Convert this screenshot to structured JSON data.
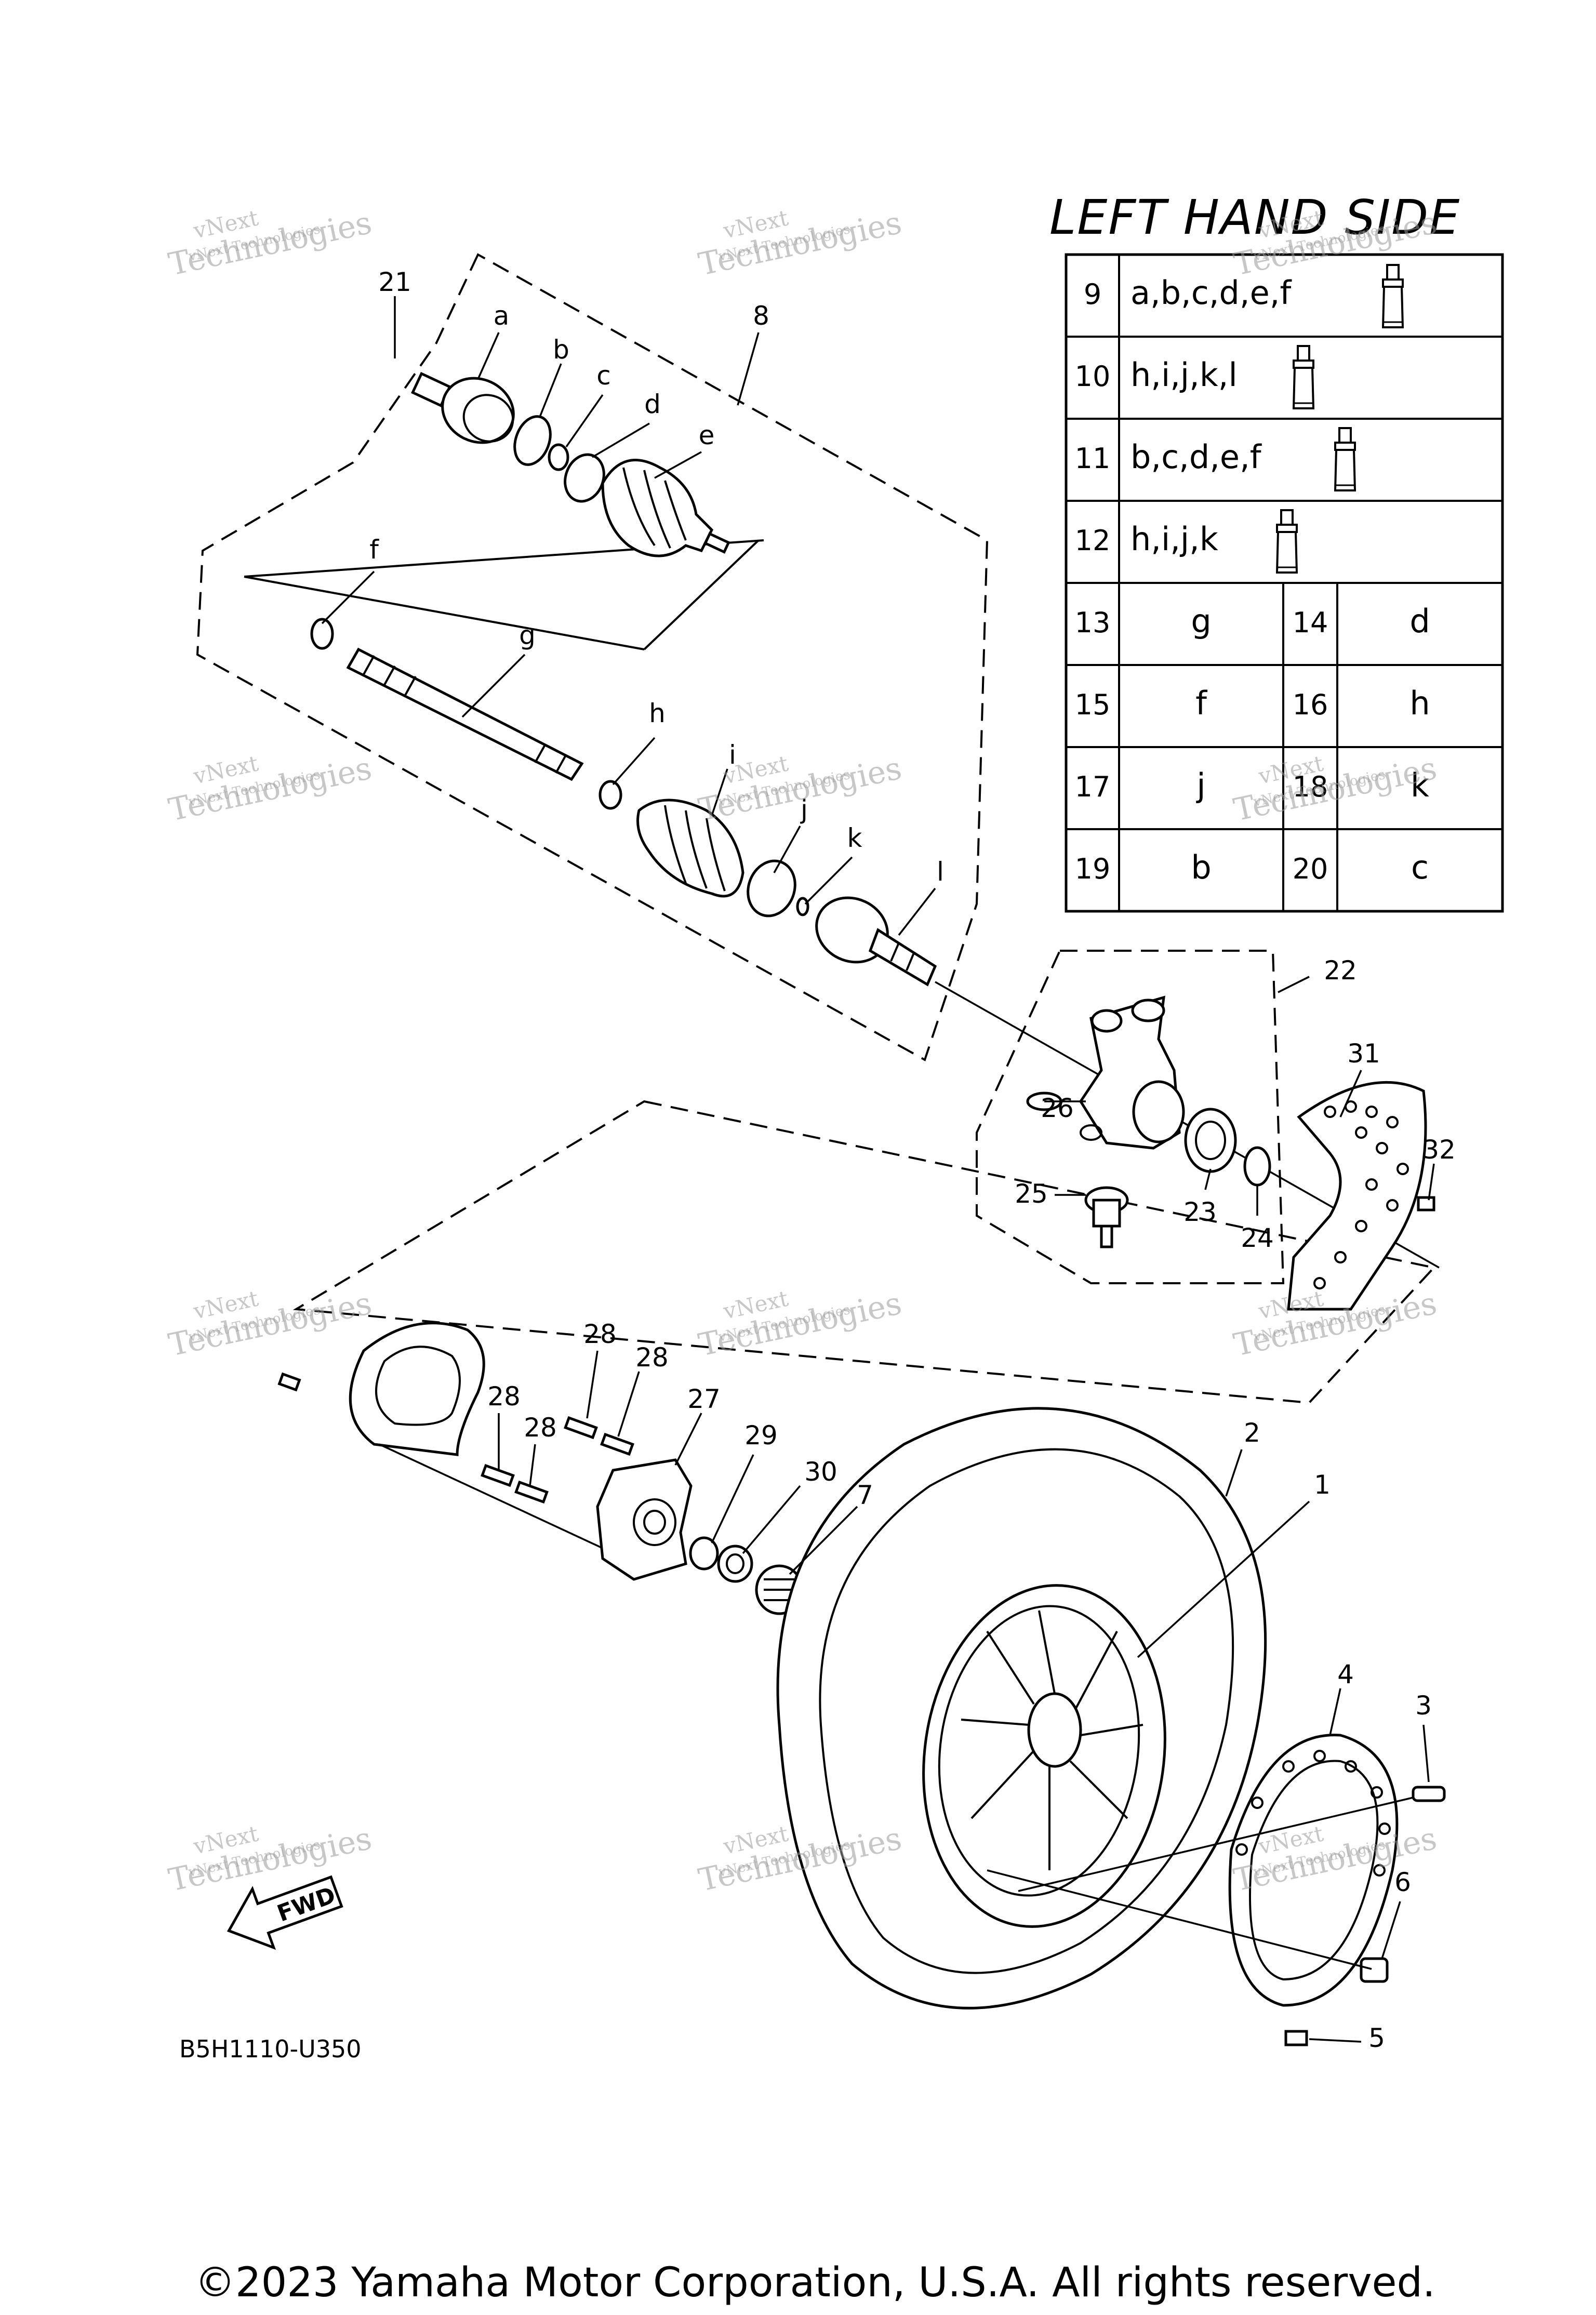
{
  "diagram": {
    "title": "LEFT HAND SIDE",
    "drawing_code": "B5H1110-U350",
    "copyright": "©2023 Yamaha Motor Corporation, U.S.A. All rights reserved.",
    "fwd_label": "FWD",
    "watermark_line1": "vNext",
    "watermark_line2": "Technologies",
    "watermark_small": "vNext Technologies",
    "callouts": {
      "c1": "1",
      "c2": "2",
      "c3": "3",
      "c4": "4",
      "c5": "5",
      "c6": "6",
      "c7": "7",
      "c8": "8",
      "c21": "21",
      "c22": "22",
      "c23": "23",
      "c24": "24",
      "c25": "25",
      "c26": "26",
      "c27": "27",
      "c28a": "28",
      "c28b": "28",
      "c28c": "28",
      "c28d": "28",
      "c29": "29",
      "c30": "30",
      "c31": "31",
      "c32": "32",
      "la": "a",
      "lb": "b",
      "lc": "c",
      "ld": "d",
      "le": "e",
      "lf": "f",
      "lg": "g",
      "lh": "h",
      "li": "i",
      "lj": "j",
      "lk": "k",
      "ll": "l"
    },
    "kit_table": {
      "wide_rows": [
        {
          "num": "9",
          "parts": "a,b,c,d,e,f",
          "icon": "grease-tube-icon"
        },
        {
          "num": "10",
          "parts": "h,i,j,k,l",
          "icon": "grease-tube-icon"
        },
        {
          "num": "11",
          "parts": "b,c,d,e,f",
          "icon": "grease-tube-icon"
        },
        {
          "num": "12",
          "parts": "h,i,j,k",
          "icon": "grease-tube-icon"
        }
      ],
      "pair_rows": [
        {
          "num1": "13",
          "part1": "g",
          "num2": "14",
          "part2": "d"
        },
        {
          "num1": "15",
          "part1": "f",
          "num2": "16",
          "part2": "h"
        },
        {
          "num1": "17",
          "part1": "j",
          "num2": "18",
          "part2": "k"
        },
        {
          "num1": "19",
          "part1": "b",
          "num2": "20",
          "part2": "c"
        }
      ]
    }
  }
}
